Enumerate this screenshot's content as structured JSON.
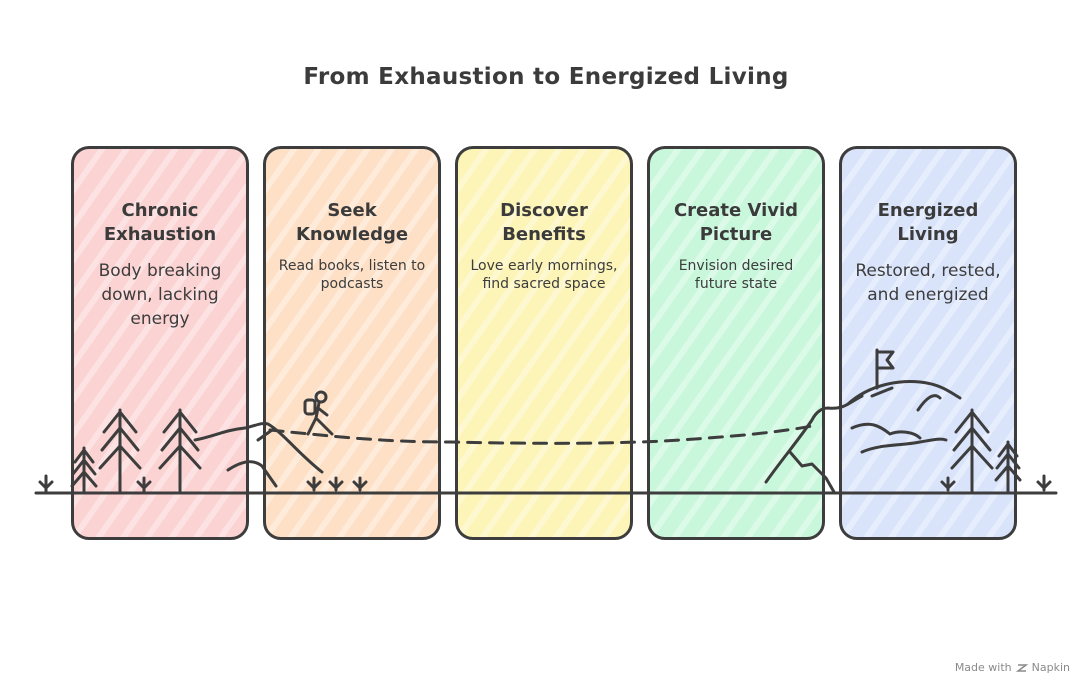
{
  "title": "From Exhaustion to Energized Living",
  "stages": [
    {
      "title_line1": "Chronic",
      "title_line2": "Exhaustion",
      "description": "Body breaking down, lacking energy",
      "color": "#fbd3d3"
    },
    {
      "title_line1": "Seek",
      "title_line2": "Knowledge",
      "description": "Read books, listen to podcasts",
      "color": "#fde0c6"
    },
    {
      "title_line1": "Discover",
      "title_line2": "Benefits",
      "description": "Love early mornings, find sacred space",
      "color": "#fdf4b8"
    },
    {
      "title_line1": "Create Vivid",
      "title_line2": "Picture",
      "description": "Envision desired future state",
      "color": "#c9f7dc"
    },
    {
      "title_line1": "Energized",
      "title_line2": "Living",
      "description": "Restored, rested, and energized",
      "color": "#d9e4fb"
    }
  ],
  "footer": {
    "made_with": "Made with",
    "brand": "Napkin"
  },
  "icons": [
    "pine-tree-icon",
    "grass-tuft-icon",
    "hiker-icon",
    "mountain-icon",
    "summit-flag-icon"
  ]
}
